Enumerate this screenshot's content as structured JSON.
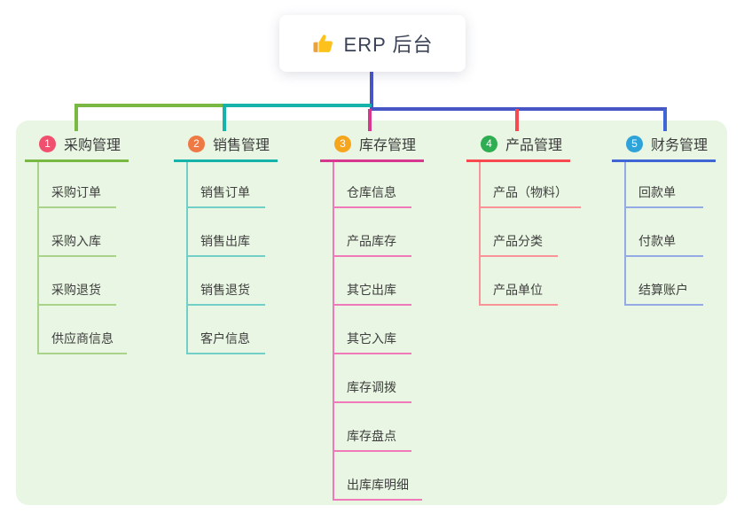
{
  "root": {
    "title": "ERP 后台",
    "icon": "thumbs-up"
  },
  "branches": [
    {
      "index": "1",
      "title": "采购管理",
      "badge_color": "#f0506e",
      "line_color": "#78b843",
      "child_line_color": "#a9d38b",
      "children": [
        "采购订单",
        "采购入库",
        "采购退货",
        "供应商信息"
      ]
    },
    {
      "index": "2",
      "title": "销售管理",
      "badge_color": "#ef7944",
      "line_color": "#16b3aa",
      "child_line_color": "#72cfc7",
      "children": [
        "销售订单",
        "销售出库",
        "销售退货",
        "客户信息"
      ]
    },
    {
      "index": "3",
      "title": "库存管理",
      "badge_color": "#f6a61d",
      "line_color": "#d8378f",
      "child_line_color": "#f07ab9",
      "children": [
        "仓库信息",
        "产品库存",
        "其它出库",
        "其它入库",
        "库存调拨",
        "库存盘点",
        "出库库明细"
      ]
    },
    {
      "index": "4",
      "title": "产品管理",
      "badge_color": "#2fad52",
      "line_color": "#f7494f",
      "child_line_color": "#fa9397",
      "children": [
        "产品（物料）",
        "产品分类",
        "产品单位"
      ]
    },
    {
      "index": "5",
      "title": "财务管理",
      "badge_color": "#2ea3d9",
      "line_color": "#3f66d4",
      "child_line_color": "#94aae4",
      "children": [
        "回款单",
        "付款单",
        "结算账户"
      ]
    }
  ],
  "colors": {
    "stem": "#4756c4",
    "panel_bg": "#e9f6e3",
    "root_text": "#3c4356"
  }
}
